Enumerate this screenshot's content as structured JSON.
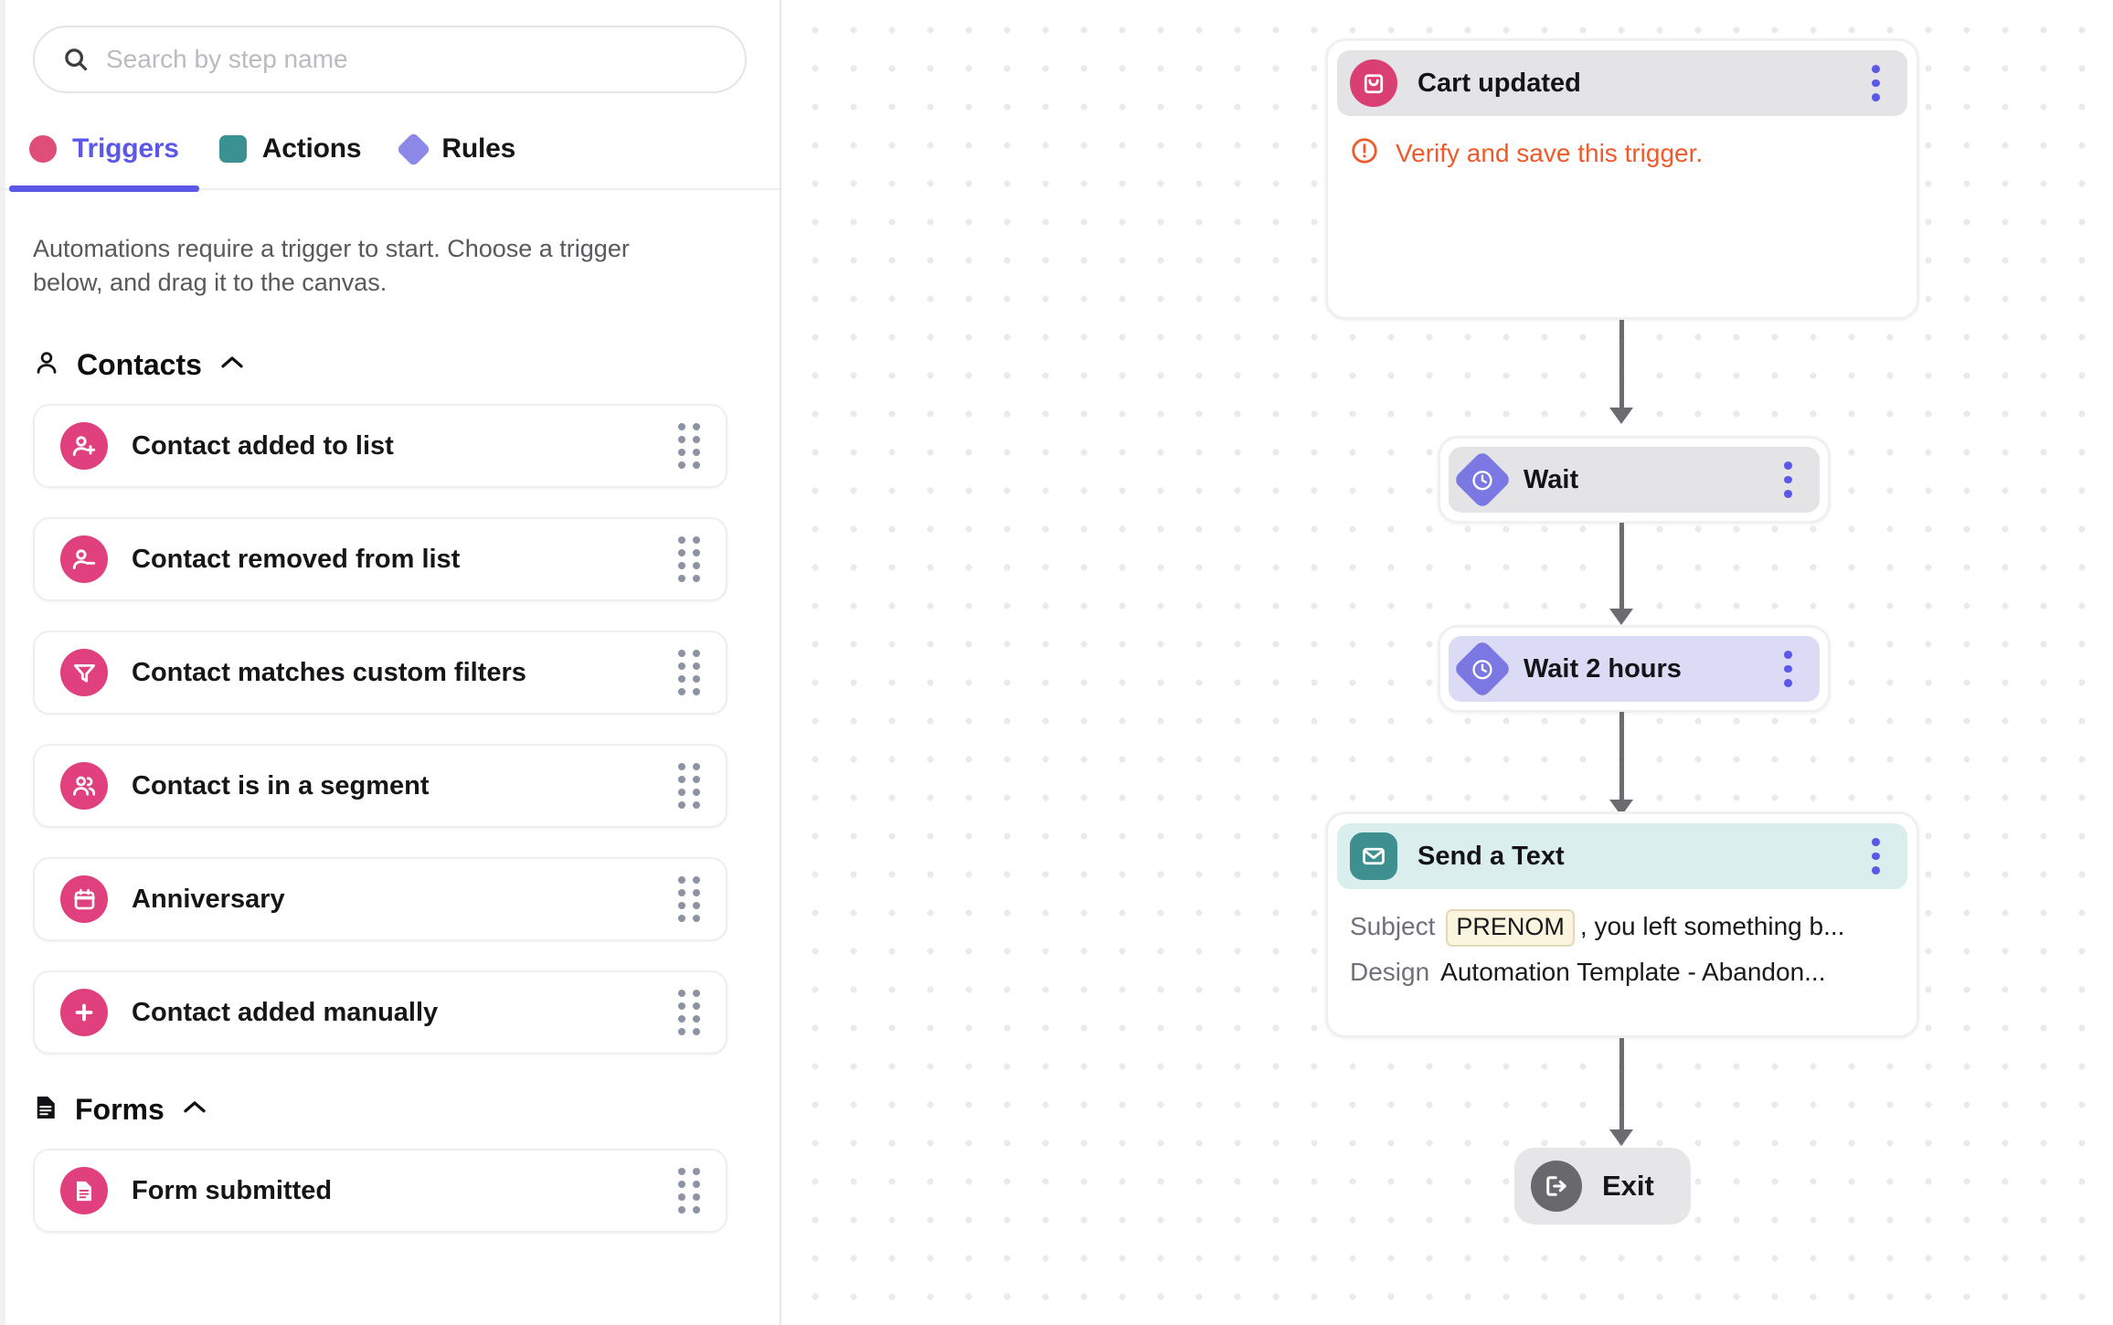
{
  "sidebar": {
    "search": {
      "placeholder": "Search by step name",
      "value": "",
      "icon": "search-icon"
    },
    "tabs": [
      {
        "label": "Triggers",
        "icon": "circle-pink-icon",
        "active": true
      },
      {
        "label": "Actions",
        "icon": "square-teal-icon",
        "active": false
      },
      {
        "label": "Rules",
        "icon": "diamond-purple-icon",
        "active": false
      }
    ],
    "description": "Automations require a trigger to start. Choose a trigger below, and drag it to the canvas.",
    "groups": [
      {
        "title": "Contacts",
        "icon": "person-icon",
        "chevron": "chevron-up-icon",
        "expanded": true,
        "items": [
          {
            "label": "Contact added to list",
            "icon": "person-add-icon"
          },
          {
            "label": "Contact removed from list",
            "icon": "person-remove-icon"
          },
          {
            "label": "Contact matches custom filters",
            "icon": "funnel-icon"
          },
          {
            "label": "Contact is in a segment",
            "icon": "people-icon"
          },
          {
            "label": "Anniversary",
            "icon": "calendar-icon"
          },
          {
            "label": "Contact added manually",
            "icon": "plus-icon"
          }
        ]
      },
      {
        "title": "Forms",
        "icon": "document-icon",
        "chevron": "chevron-up-icon",
        "expanded": true,
        "items": [
          {
            "label": "Form submitted",
            "icon": "form-document-icon"
          }
        ]
      }
    ],
    "drag_handle_name": "drag-handle"
  },
  "canvas": {
    "nodes": [
      {
        "id": "trigger",
        "title": "Cart updated",
        "icon": "shopping-bag-icon",
        "header_style": "gray",
        "menu": "kebab-menu-icon",
        "warning": {
          "icon": "alert-circle-icon",
          "text": "Verify and save this trigger."
        }
      },
      {
        "id": "wait",
        "title": "Wait",
        "icon": "clock-icon",
        "header_style": "gray",
        "menu": "kebab-menu-icon"
      },
      {
        "id": "wait2h",
        "title": "Wait 2 hours",
        "icon": "clock-icon",
        "header_style": "lavender",
        "menu": "kebab-menu-icon"
      },
      {
        "id": "send-text",
        "title": "Send a Text",
        "icon": "envelope-icon",
        "header_style": "teal",
        "menu": "kebab-menu-icon",
        "fields": [
          {
            "key": "Subject",
            "token": "PRENOM",
            "value": ", you left something b..."
          },
          {
            "key": "Design",
            "value": "Automation Template - Abandon..."
          }
        ]
      },
      {
        "id": "exit",
        "title": "Exit",
        "icon": "exit-arrow-icon"
      }
    ]
  },
  "colors": {
    "accent_purple": "#5b58e8",
    "trigger_pink": "#df4e79",
    "action_teal": "#3b9191",
    "rule_purple": "#8b88e8",
    "warning_orange": "#ef5a2a",
    "connector_gray": "#6c6c70",
    "token_bg": "#fbf5e0"
  }
}
